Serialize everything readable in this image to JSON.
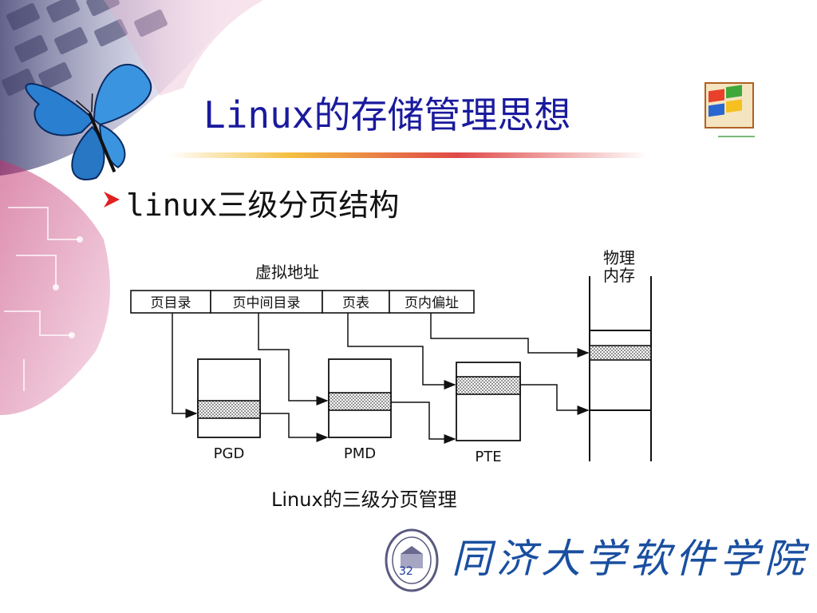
{
  "slide": {
    "title": "Linux的存储管理思想",
    "bullet": "linux三级分页结构",
    "page_number": "32"
  },
  "figure": {
    "virtual_address_label": "虚拟地址",
    "fields": [
      "页目录",
      "页中间目录",
      "页表",
      "页内偏址"
    ],
    "physical_memory_label_line1": "物理",
    "physical_memory_label_line2": "内存",
    "tables": [
      "PGD",
      "PMD",
      "PTE"
    ],
    "caption": "Linux的三级分页管理"
  },
  "footer": {
    "school_name": "同济大学软件学院"
  },
  "colors": {
    "title": "#1a1a9e",
    "bullet_marker": "#e02020",
    "school": "#1a4fa0"
  }
}
